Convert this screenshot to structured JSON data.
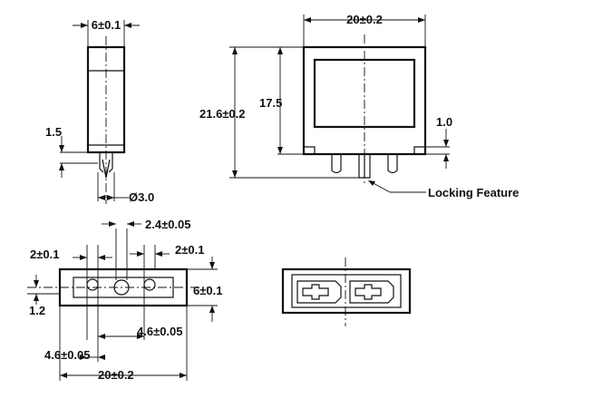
{
  "dimensions": {
    "side_width": "6±0.1",
    "lead_offset": "1.5",
    "pin_diameter": "Ø3.0",
    "front_width": "20±0.2",
    "front_height_total": "21.6±0.2",
    "front_height_body": "17.5",
    "front_step": "1.0",
    "bottom_pin_width": "2.4±0.05",
    "bottom_offset_left": "2±0.1",
    "bottom_offset_right": "2±0.1",
    "bottom_height": "6±0.1",
    "bottom_small": "1.2",
    "bottom_pitch_right": "4.6±0.05",
    "bottom_pitch_left": "4.6±0.05",
    "bottom_width": "20±0.2"
  },
  "callouts": {
    "locking_feature": "Locking Feature"
  }
}
